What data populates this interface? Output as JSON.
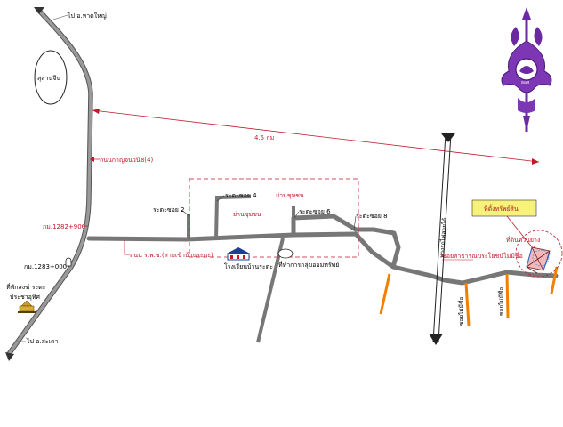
{
  "map": {
    "labels": {
      "to_hat_yai": "ไป อ.หาดใหญ่",
      "cemetery": "สุสานจีน",
      "distance": "4.5 กม",
      "road_kanchanavanich": "ถนนกาญจนวนิช(4)",
      "km_1282": "กม.1282+900",
      "km_1283": "กม.1283+000",
      "police_box": "ที่พักสงฆ์ ระตะ",
      "police_box_line2": "ประชาอุทิศ",
      "to_sadao": "ไป อ.สะเดา",
      "soi_2": "ระตะซอย 2",
      "soi_4": "ระตะซอย 4",
      "soi_6": "ระตะซอย 6",
      "soi_8": "ระตะซอย 8",
      "community_1": "ย่านชุมชน",
      "community_2": "ย่านชุมชน",
      "road_rpch": "ถนน ร.พ.ช.(สายเข้าบ้านระตะ)",
      "school": "โรงเรียนบ้านระตะ",
      "village_office": "ที่ทำการกลุ่มออมทรัพย์",
      "railway": "ทางรถไฟสายใต้",
      "property_label": "ที่ตั้งทรัพย์สิน",
      "public_way": "ซอยสาธารณประโยชน์ไม่มีชื่อ",
      "rubber_land": "ที่ดินสวนยาง",
      "side_road_1": "ซอยไม่มีชื่อ",
      "side_road_2": "ซอยไม่มีชื่อ"
    },
    "logo_text": "ธอส"
  }
}
